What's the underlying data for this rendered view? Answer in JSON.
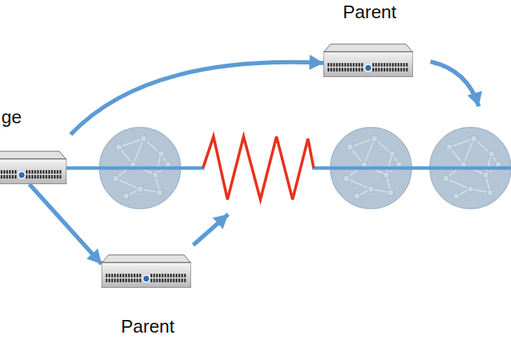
{
  "diagram": {
    "nodes": [
      {
        "text": [
          "ge"
        ]
      },
      {
        "text": [
          "Parent"
        ]
      },
      {
        "text": [
          "Parent"
        ]
      }
    ],
    "edges": [
      {
        "from": 0,
        "to": 1,
        "arrow": "to"
      },
      {
        "from": 0,
        "to": 2,
        "arrow": "to"
      }
    ]
  }
}
